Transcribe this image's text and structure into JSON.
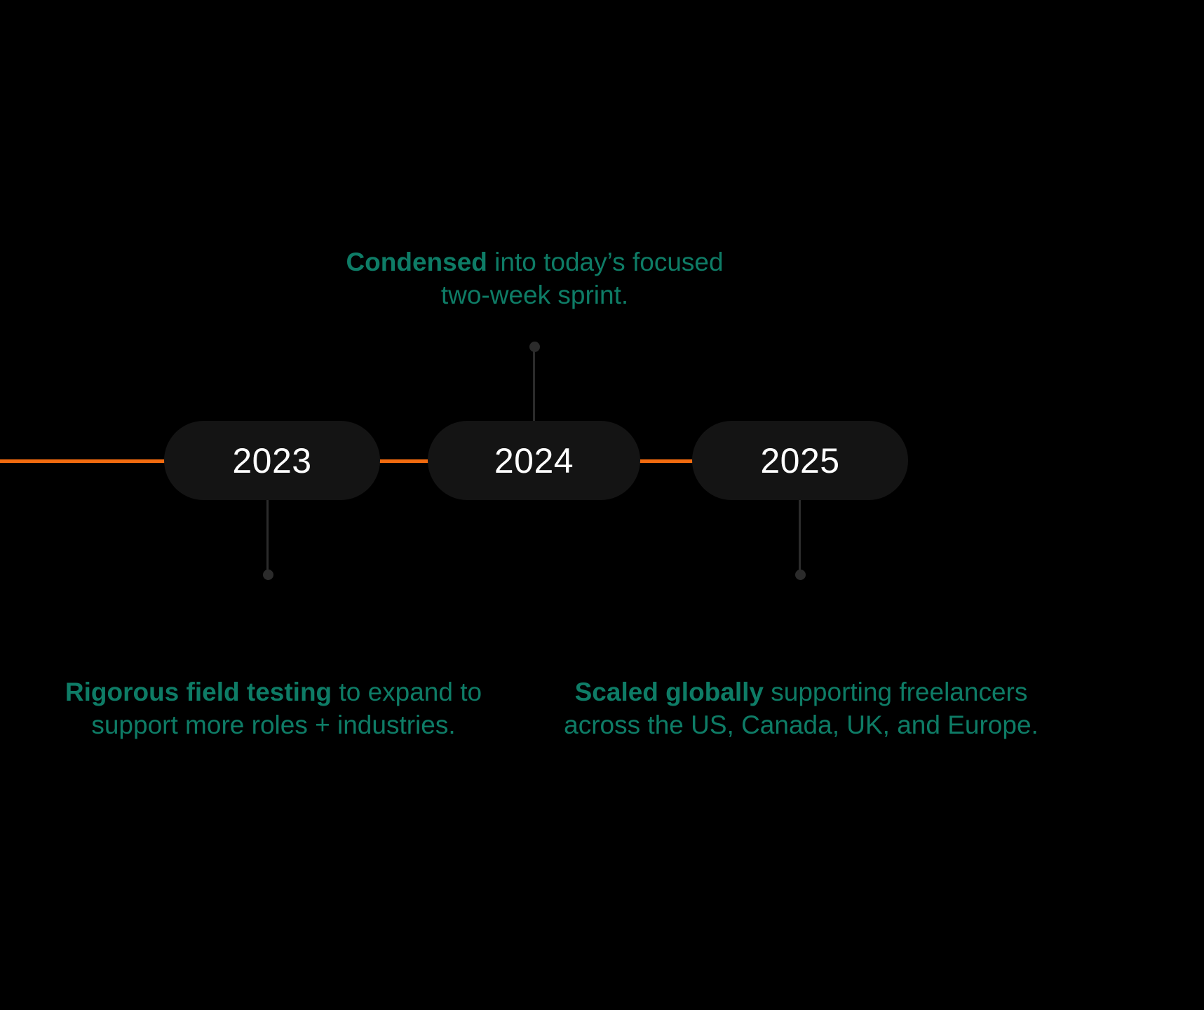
{
  "theme": {
    "background": "#000000",
    "pill_fill": "#141414",
    "rail_orange": "#F26B0F",
    "caption_teal": "#0E7C66",
    "year_text": "#FFFFFF",
    "stem_gray": "#2B2B2B"
  },
  "timeline": {
    "milestones": [
      {
        "year": "2023",
        "caption_lead": "Rigorous field testing",
        "caption_rest": " to expand to support more roles + industries.",
        "caption_position": "below"
      },
      {
        "year": "2024",
        "caption_lead": "Condensed",
        "caption_rest": " into today’s focused two-week sprint.",
        "caption_position": "above"
      },
      {
        "year": "2025",
        "caption_lead": "Scaled globally",
        "caption_rest": " supporting freelancers across the US, Canada, UK, and Europe.",
        "caption_position": "below"
      }
    ]
  }
}
